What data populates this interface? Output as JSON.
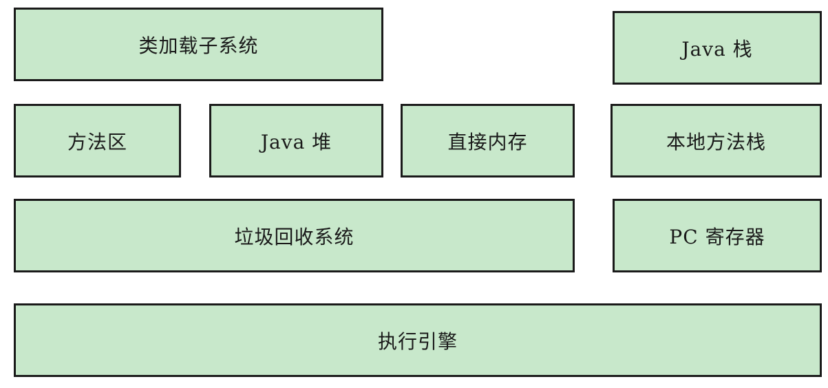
{
  "blocks": {
    "class_loader": "类加载子系统",
    "java_stack": "Java 栈",
    "method_area": "方法区",
    "java_heap": "Java 堆",
    "direct_memory": "直接内存",
    "native_method_stack": "本地方法栈",
    "garbage_collector": "垃圾回收系统",
    "pc_register": "PC 寄存器",
    "execution_engine": "执行引擎"
  },
  "colors": {
    "box_fill": "#c8e8cb",
    "box_border": "#1a1a1a",
    "text": "#1a1a1a"
  }
}
